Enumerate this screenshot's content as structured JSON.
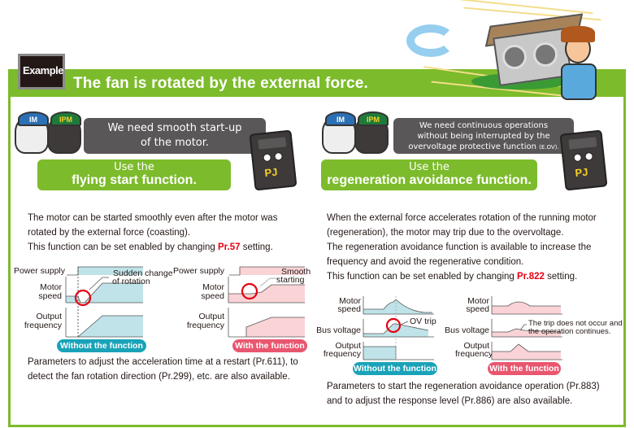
{
  "header": {
    "badge": "Example",
    "title": "The fan is rotated by the external force."
  },
  "left": {
    "motor_caps": [
      "IM",
      "IPM"
    ],
    "speech": "We need smooth start-up of the motor.",
    "speech_lines": [
      "We need smooth start-up",
      "of the motor."
    ],
    "answer_small": "Use the",
    "answer_big": "flying start function.",
    "inverter_label": "PJ",
    "paragraph": {
      "line1": "The motor can be started smoothly even after the motor was",
      "line2": "rotated by the external force (coasting).",
      "line3_pre": "This function can be set enabled by changing ",
      "line3_param": "Pr.57",
      "line3_post": " setting."
    },
    "chart_without": {
      "labels": {
        "power": "Power supply",
        "motor1": "Motor",
        "motor2": "speed",
        "out1": "Output",
        "out2": "frequency"
      },
      "annotation1": "Sudden change",
      "annotation2": "of rotation",
      "pill": "Without the function"
    },
    "chart_with": {
      "labels": {
        "power": "Power supply",
        "motor1": "Motor",
        "motor2": "speed",
        "out1": "Output",
        "out2": "frequency"
      },
      "annotation1": "Smooth",
      "annotation2": "starting",
      "pill": "With the function"
    },
    "footer": {
      "line1": "Parameters to adjust the acceleration time at a restart (Pr.611), to",
      "line2": "detect the fan rotation direction (Pr.299), etc. are also available."
    }
  },
  "right": {
    "motor_caps": [
      "IM",
      "IPM"
    ],
    "speech_lines": [
      "We need continuous operations",
      "without being interrupted by the",
      "overvoltage protective function"
    ],
    "speech_suffix": "(E.OV).",
    "answer_small": "Use the",
    "answer_big": "regeneration avoidance function.",
    "inverter_label": "PJ",
    "paragraph": {
      "line1": "When the external force accelerates rotation of the running motor",
      "line2": "(regeneration), the motor may trip due to the overvoltage.",
      "line3": "The regeneration avoidance function is available to increase the",
      "line4": "frequency and avoid the regenerative condition.",
      "line5_pre": "This function can be set enabled by changing ",
      "line5_param": "Pr.822",
      "line5_post": " setting."
    },
    "chart_without": {
      "labels": {
        "motor1": "Motor",
        "motor2": "speed",
        "bus": "Bus voltage",
        "out1": "Output",
        "out2": "frequency"
      },
      "annotation": "OV trip",
      "pill": "Without the function"
    },
    "chart_with": {
      "labels": {
        "motor1": "Motor",
        "motor2": "speed",
        "bus": "Bus voltage",
        "out1": "Output",
        "out2": "frequency"
      },
      "annotation1": "The trip does not occur and",
      "annotation2": "the operation continues.",
      "pill": "With the function"
    },
    "footer": {
      "line1": "Parameters to start the regeneration avoidance operation (Pr.883)",
      "line2": "and to adjust the response level (Pr.886) are also available."
    }
  },
  "colors": {
    "green": "#7cbb2b",
    "red_param": "#e60012",
    "pill_blue": "#1aa3b8",
    "pill_pink": "#e9566f",
    "fill_blue": "#bfe3e8",
    "fill_pink": "#f9d3d6",
    "speech_gray": "#595757"
  }
}
